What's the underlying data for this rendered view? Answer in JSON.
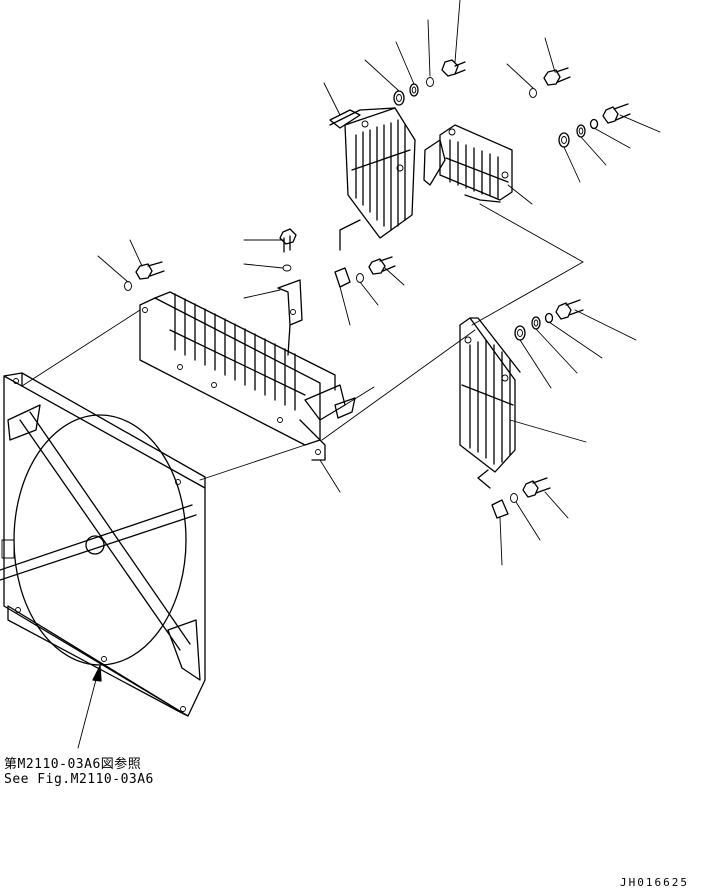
{
  "reference": {
    "jp": "第M2110-03A6図参照",
    "en": "See Fig.M2110-03A6"
  },
  "drawing_id": "JH016625",
  "colors": {
    "line": "#000000",
    "background": "#ffffff"
  }
}
